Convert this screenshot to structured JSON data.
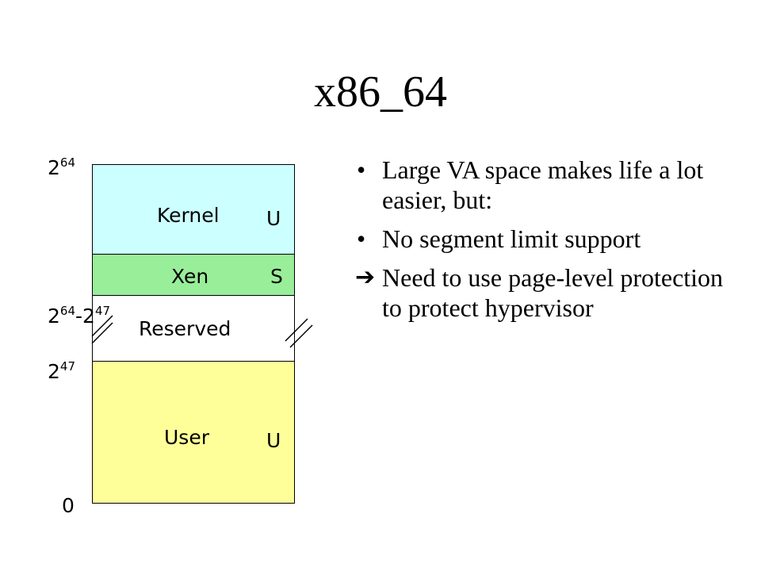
{
  "slide": {
    "title": "x86_64"
  },
  "diagram": {
    "regions": {
      "kernel": {
        "label": "Kernel",
        "flag": "U",
        "color": "#ccffff"
      },
      "xen": {
        "label": "Xen",
        "flag": "S",
        "color": "#99ee99"
      },
      "reserved": {
        "label": "Reserved",
        "color": "#ffffff"
      },
      "user": {
        "label": "User",
        "flag": "U",
        "color": "#ffff99"
      }
    },
    "axis": {
      "top": {
        "base": "2",
        "exp": "64"
      },
      "middle": {
        "base1": "2",
        "exp1": "64",
        "minus": "-",
        "base2": "2",
        "exp2": "47"
      },
      "lower": {
        "base": "2",
        "exp": "47"
      },
      "zero": "0"
    }
  },
  "bullets": [
    {
      "marker": "•",
      "text": "Large VA space makes life a lot easier, but:"
    },
    {
      "marker": "•",
      "text": "No segment limit support"
    },
    {
      "marker": "➔",
      "text": "Need to use page-level protection to protect hypervisor"
    }
  ]
}
